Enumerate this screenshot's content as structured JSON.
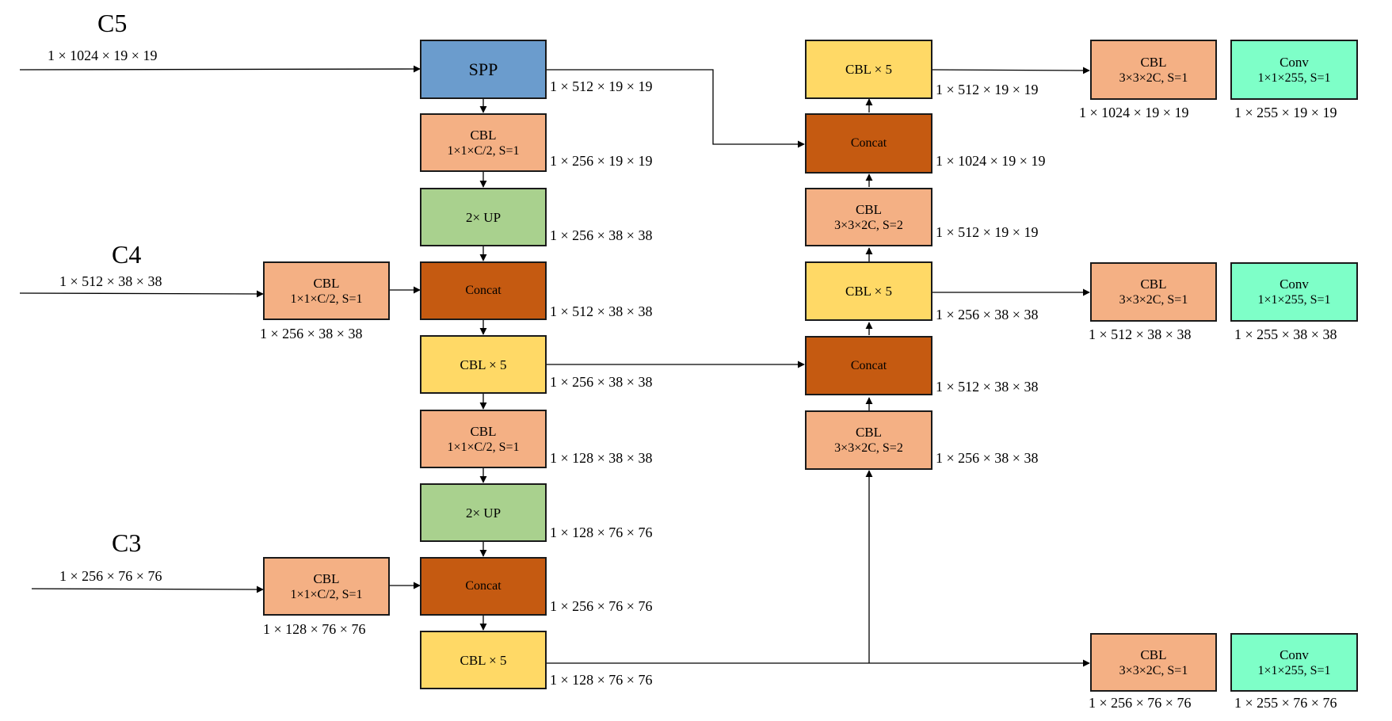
{
  "colors": {
    "spp": "#6b9ccd",
    "cbl": "#f4b084",
    "up": "#a9d18e",
    "concat": "#c55a11",
    "cbl5": "#ffd966",
    "conv": "#7effc8"
  },
  "inputs": {
    "c5": {
      "name": "C5",
      "dims": "1 × 1024 × 19 × 19"
    },
    "c4": {
      "name": "C4",
      "dims": "1 × 512 × 38 × 38"
    },
    "c3": {
      "name": "C3",
      "dims": "1 × 256 × 76 × 76"
    }
  },
  "left_column": [
    {
      "label": "SPP",
      "sub": "",
      "out": "1 × 512 × 19 × 19"
    },
    {
      "label": "CBL",
      "sub": "1×1×C/2, S=1",
      "out": "1 × 256 × 19 × 19"
    },
    {
      "label": "2× UP",
      "sub": "",
      "out": "1 × 256 × 38 × 38"
    },
    {
      "label": "Concat",
      "sub": "",
      "out": "1 × 512 × 38 × 38"
    },
    {
      "label": "CBL × 5",
      "sub": "",
      "out": "1 × 256 × 38 × 38"
    },
    {
      "label": "CBL",
      "sub": "1×1×C/2, S=1",
      "out": "1 × 128 × 38 × 38"
    },
    {
      "label": "2× UP",
      "sub": "",
      "out": "1 × 128 × 76 × 76"
    },
    {
      "label": "Concat",
      "sub": "",
      "out": "1 × 256 × 76 × 76"
    },
    {
      "label": "CBL × 5",
      "sub": "",
      "out": "1 × 128 × 76 × 76"
    }
  ],
  "side_cbl": [
    {
      "label": "CBL",
      "sub": "1×1×C/2, S=1",
      "out": "1 × 256 × 38 × 38"
    },
    {
      "label": "CBL",
      "sub": "1×1×C/2, S=1",
      "out": "1 × 128 × 76 × 76"
    }
  ],
  "right_column": [
    {
      "label": "CBL × 5",
      "sub": "",
      "out": "1 × 512 × 19 × 19"
    },
    {
      "label": "Concat",
      "sub": "",
      "out": "1 × 1024 × 19 × 19"
    },
    {
      "label": "CBL",
      "sub": "3×3×2C, S=2",
      "out": "1 × 512 × 19 × 19"
    },
    {
      "label": "CBL × 5",
      "sub": "",
      "out": "1 × 256 × 38 × 38"
    },
    {
      "label": "Concat",
      "sub": "",
      "out": "1 × 512 × 38 × 38"
    },
    {
      "label": "CBL",
      "sub": "3×3×2C, S=2",
      "out": "1 × 256 × 38 × 38"
    }
  ],
  "heads": [
    {
      "cbl_label": "CBL",
      "cbl_sub": "3×3×2C, S=1",
      "cbl_out": "1 × 1024 × 19 × 19",
      "conv_label": "Conv",
      "conv_sub": "1×1×255, S=1",
      "conv_out": "1 × 255 × 19 × 19"
    },
    {
      "cbl_label": "CBL",
      "cbl_sub": "3×3×2C, S=1",
      "cbl_out": "1 × 512 × 38 × 38",
      "conv_label": "Conv",
      "conv_sub": "1×1×255, S=1",
      "conv_out": "1 × 255 × 38 × 38"
    },
    {
      "cbl_label": "CBL",
      "cbl_sub": "3×3×2C, S=1",
      "cbl_out": "1 × 256 × 76 × 76",
      "conv_label": "Conv",
      "conv_sub": "1×1×255, S=1",
      "conv_out": "1 × 255 × 76 × 76"
    }
  ]
}
